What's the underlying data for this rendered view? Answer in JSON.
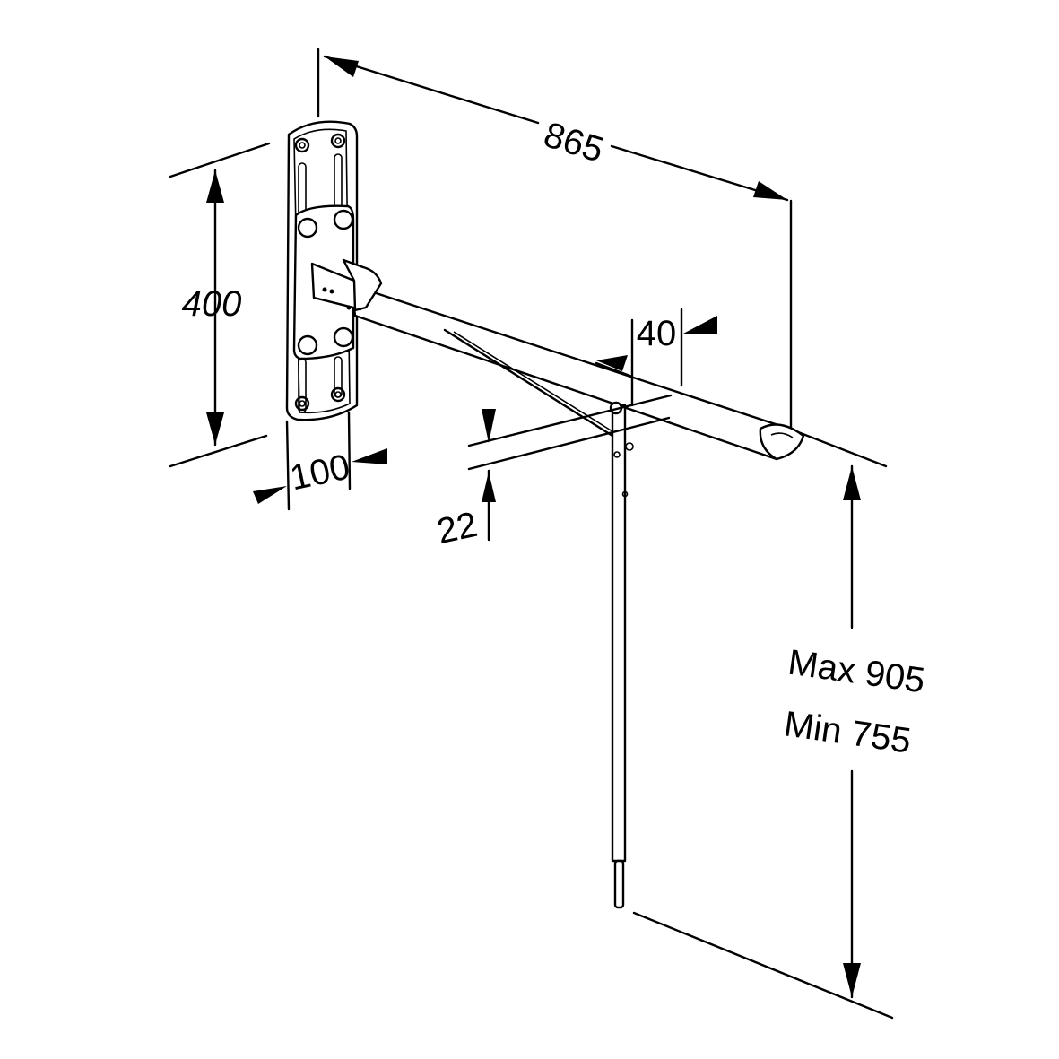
{
  "dimensions": {
    "length": "865",
    "plate_height": "400",
    "plate_width": "100",
    "tube_offset": "22",
    "leg_offset": "40",
    "height_max": "Max 905",
    "height_min": "Min 755"
  },
  "colors": {
    "line": "#000000",
    "background": "#ffffff"
  }
}
